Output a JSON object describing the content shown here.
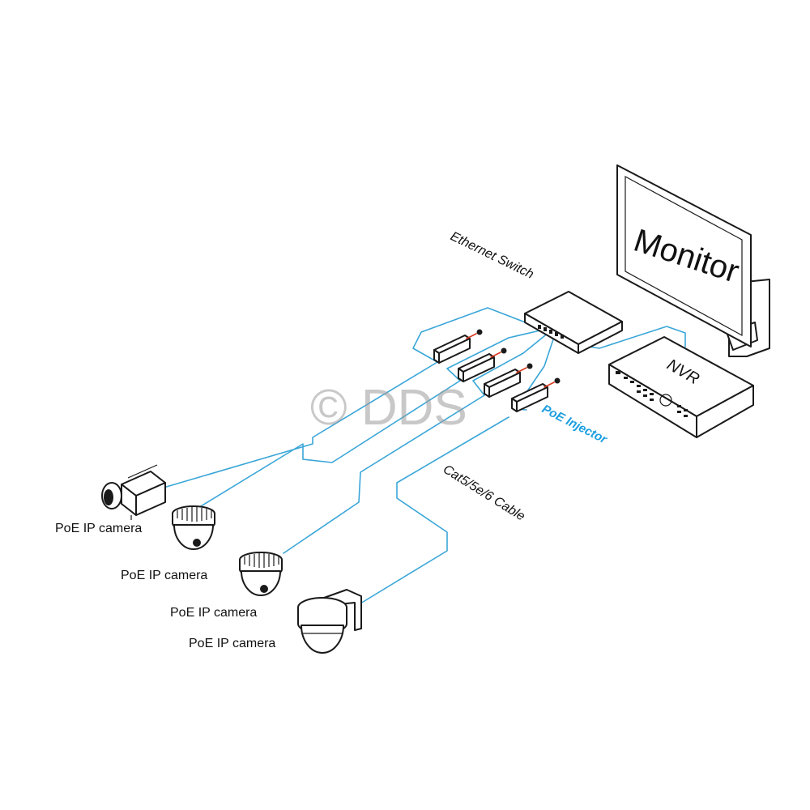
{
  "labels": {
    "monitor": "Monitor",
    "nvr": "NVR",
    "switch": "Ethernet Switch",
    "injector": "PoE Injector",
    "cable": "Cat5/5e/6 Cable",
    "cameras": [
      "PoE IP camera",
      "PoE IP camera",
      "PoE IP camera",
      "PoE IP camera"
    ]
  },
  "watermark": "© DDS",
  "colors": {
    "cable": "#3aa6d8",
    "injector_text": "#1b9ee0",
    "power_lead": "#d9381e",
    "outline": "#1a1a1a",
    "watermark": "#9a9a9a"
  },
  "icons": [
    "box-camera-icon",
    "dome-camera-icon",
    "dome-camera-icon",
    "ptz-camera-icon",
    "poe-injector-icon",
    "power-plug-icon",
    "ethernet-switch-icon",
    "nvr-icon",
    "monitor-icon"
  ]
}
